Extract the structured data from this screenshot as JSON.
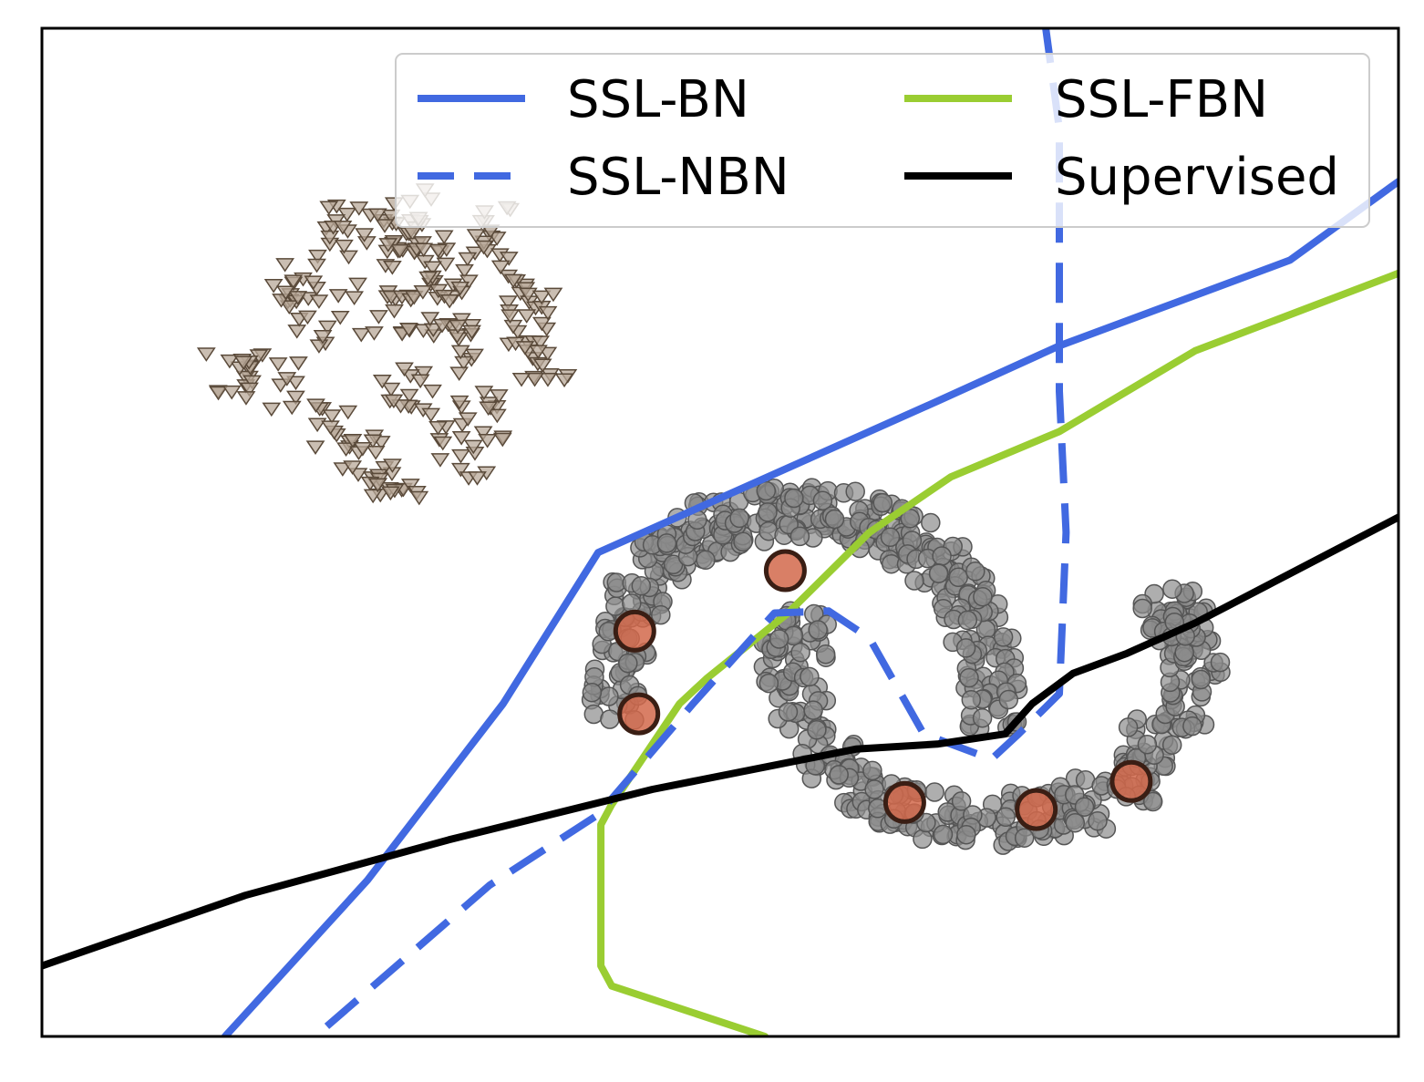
{
  "chart_data": {
    "type": "scatter",
    "title": "",
    "xlabel": "",
    "ylabel": "",
    "xlim": [
      0,
      1
    ],
    "ylim": [
      0,
      1
    ],
    "ticks": "none",
    "grid": false,
    "legend": {
      "placement": "upper right",
      "columns": 2,
      "entries": [
        {
          "label": "SSL-BN",
          "color": "#4169E1",
          "style": "solid"
        },
        {
          "label": "SSL-FBN",
          "color": "#9ACD32",
          "style": "solid"
        },
        {
          "label": "SSL-NBN",
          "color": "#4169E1",
          "style": "dashed"
        },
        {
          "label": "Supervised",
          "color": "#000000",
          "style": "solid"
        }
      ]
    },
    "series": [
      {
        "name": "SSL-BN",
        "kind": "line",
        "color": "#4169E1",
        "style": "solid",
        "points": [
          [
            0.135,
            0.0
          ],
          [
            0.24,
            0.155
          ],
          [
            0.34,
            0.33
          ],
          [
            0.41,
            0.48
          ],
          [
            0.51,
            0.54
          ],
          [
            0.66,
            0.63
          ],
          [
            0.75,
            0.685
          ],
          [
            0.92,
            0.77
          ],
          [
            1.0,
            0.848
          ]
        ]
      },
      {
        "name": "SSL-FBN",
        "kind": "line",
        "color": "#9ACD32",
        "style": "solid",
        "points": [
          [
            0.533,
            0.0
          ],
          [
            0.42,
            0.05
          ],
          [
            0.412,
            0.07
          ],
          [
            0.412,
            0.21
          ],
          [
            0.42,
            0.23
          ],
          [
            0.47,
            0.33
          ],
          [
            0.49,
            0.355
          ],
          [
            0.55,
            0.42
          ],
          [
            0.61,
            0.5
          ],
          [
            0.67,
            0.555
          ],
          [
            0.75,
            0.6
          ],
          [
            0.85,
            0.68
          ],
          [
            1.0,
            0.757
          ]
        ]
      },
      {
        "name": "SSL-NBN",
        "kind": "line",
        "color": "#4169E1",
        "style": "dashed",
        "points": [
          [
            0.21,
            0.01
          ],
          [
            0.33,
            0.15
          ],
          [
            0.41,
            0.22
          ],
          [
            0.48,
            0.33
          ],
          [
            0.54,
            0.42
          ],
          [
            0.58,
            0.422
          ],
          [
            0.61,
            0.395
          ],
          [
            0.65,
            0.3
          ],
          [
            0.7,
            0.275
          ],
          [
            0.72,
            0.3
          ],
          [
            0.75,
            0.34
          ],
          [
            0.755,
            0.5
          ],
          [
            0.75,
            0.64
          ],
          [
            0.75,
            0.74
          ],
          [
            0.75,
            0.9
          ],
          [
            0.74,
            1.0
          ]
        ]
      },
      {
        "name": "Supervised",
        "kind": "line",
        "color": "#000000",
        "style": "solid",
        "points": [
          [
            0.0,
            0.07
          ],
          [
            0.15,
            0.14
          ],
          [
            0.3,
            0.195
          ],
          [
            0.45,
            0.245
          ],
          [
            0.6,
            0.285
          ],
          [
            0.66,
            0.29
          ],
          [
            0.71,
            0.3
          ],
          [
            0.73,
            0.33
          ],
          [
            0.76,
            0.36
          ],
          [
            0.8,
            0.38
          ],
          [
            0.85,
            0.41
          ],
          [
            0.9,
            0.445
          ],
          [
            0.95,
            0.48
          ],
          [
            1.0,
            0.515
          ]
        ]
      },
      {
        "name": "",
        "kind": "scatter",
        "marker": "triangle-down",
        "color": "#B8A898",
        "edge": "#5A4A3A",
        "points": [
          [
            0.27,
            0.82
          ],
          [
            0.28,
            0.77
          ],
          [
            0.33,
            0.8
          ],
          [
            0.25,
            0.72
          ],
          [
            0.3,
            0.68
          ],
          [
            0.32,
            0.62
          ],
          [
            0.27,
            0.64
          ],
          [
            0.2,
            0.71
          ],
          [
            0.17,
            0.65
          ],
          [
            0.35,
            0.75
          ],
          [
            0.36,
            0.71
          ],
          [
            0.24,
            0.57
          ],
          [
            0.26,
            0.56
          ],
          [
            0.31,
            0.58
          ],
          [
            0.22,
            0.6
          ],
          [
            0.14,
            0.66
          ],
          [
            0.19,
            0.75
          ],
          [
            0.37,
            0.66
          ],
          [
            0.3,
            0.76
          ],
          [
            0.25,
            0.79
          ],
          [
            0.22,
            0.8
          ],
          [
            0.29,
            0.72
          ]
        ]
      },
      {
        "name": "",
        "kind": "scatter",
        "marker": "circle",
        "color": "#8C8C8C",
        "edge": "#555555",
        "points": [
          [
            0.42,
            0.34
          ],
          [
            0.43,
            0.39
          ],
          [
            0.44,
            0.44
          ],
          [
            0.46,
            0.47
          ],
          [
            0.48,
            0.49
          ],
          [
            0.5,
            0.505
          ],
          [
            0.52,
            0.515
          ],
          [
            0.55,
            0.52
          ],
          [
            0.57,
            0.52
          ],
          [
            0.6,
            0.515
          ],
          [
            0.62,
            0.505
          ],
          [
            0.64,
            0.49
          ],
          [
            0.66,
            0.47
          ],
          [
            0.68,
            0.44
          ],
          [
            0.69,
            0.41
          ],
          [
            0.7,
            0.37
          ],
          [
            0.7,
            0.33
          ],
          [
            0.56,
            0.33
          ],
          [
            0.55,
            0.37
          ],
          [
            0.56,
            0.4
          ],
          [
            0.58,
            0.28
          ],
          [
            0.6,
            0.25
          ],
          [
            0.63,
            0.23
          ],
          [
            0.66,
            0.22
          ],
          [
            0.7,
            0.215
          ],
          [
            0.74,
            0.22
          ],
          [
            0.77,
            0.23
          ],
          [
            0.8,
            0.255
          ],
          [
            0.82,
            0.29
          ],
          [
            0.84,
            0.33
          ],
          [
            0.85,
            0.37
          ],
          [
            0.84,
            0.4
          ],
          [
            0.83,
            0.42
          ]
        ]
      },
      {
        "name": "",
        "kind": "scatter",
        "marker": "circle",
        "color": "#D2694B",
        "edge": "#3A1E14",
        "points": [
          [
            0.437,
            0.402
          ],
          [
            0.44,
            0.32
          ],
          [
            0.548,
            0.462
          ],
          [
            0.636,
            0.232
          ],
          [
            0.733,
            0.225
          ],
          [
            0.803,
            0.253
          ]
        ]
      }
    ]
  }
}
